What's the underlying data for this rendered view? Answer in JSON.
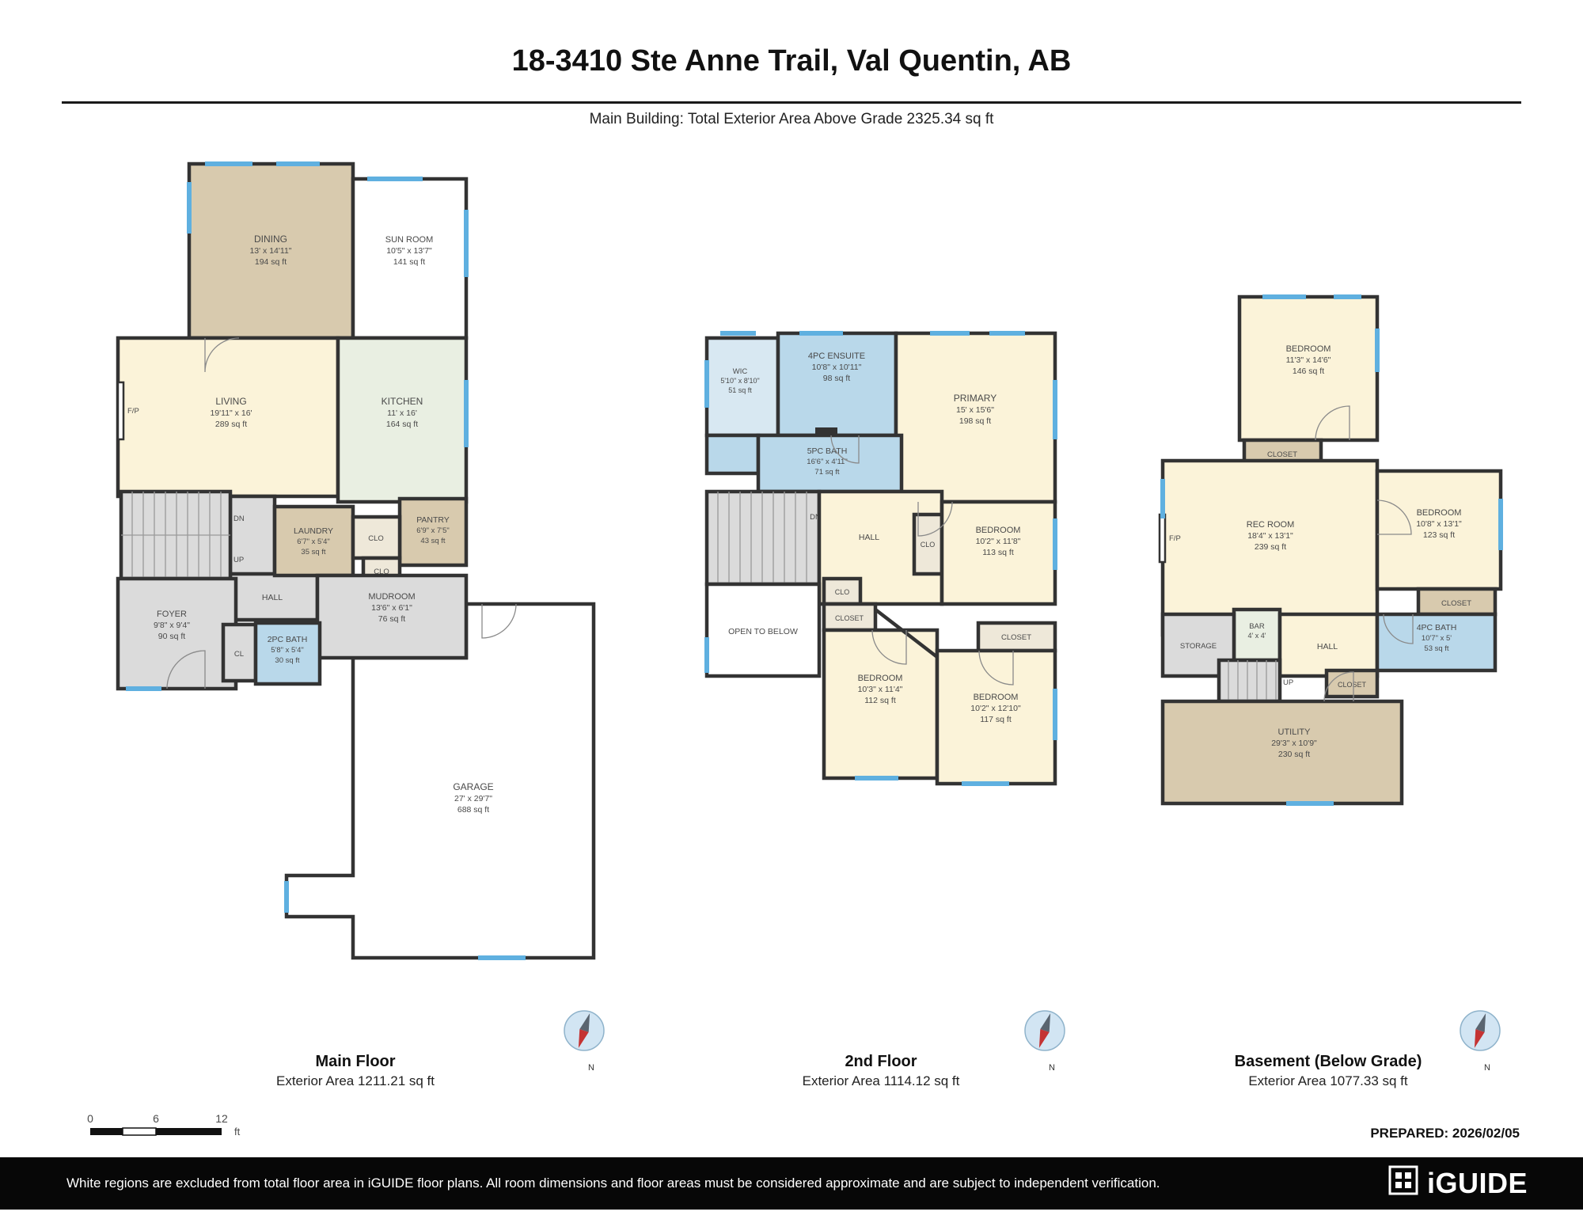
{
  "header": {
    "title": "18-3410 Ste Anne Trail, Val Quentin, AB",
    "subtitle": "Main Building: Total Exterior Area Above Grade 2325.34 sq ft"
  },
  "main_floor": {
    "label": "Main Floor",
    "area": "Exterior Area 1211.21 sq ft",
    "rooms": {
      "dining": {
        "name": "DINING",
        "dims": "13' x 14'11\"",
        "area": "194 sq ft"
      },
      "sunroom": {
        "name": "SUN ROOM",
        "dims": "10'5\" x 13'7\"",
        "area": "141 sq ft"
      },
      "living": {
        "name": "LIVING",
        "dims": "19'11\" x 16'",
        "area": "289 sq ft"
      },
      "kitchen": {
        "name": "KITCHEN",
        "dims": "11' x 16'",
        "area": "164 sq ft"
      },
      "laundry": {
        "name": "LAUNDRY",
        "dims": "6'7\" x 5'4\"",
        "area": "35 sq ft"
      },
      "pantry": {
        "name": "PANTRY",
        "dims": "6'9\" x 7'5\"",
        "area": "43 sq ft"
      },
      "mudroom": {
        "name": "MUDROOM",
        "dims": "13'6\" x 6'1\"",
        "area": "76 sq ft"
      },
      "foyer": {
        "name": "FOYER",
        "dims": "9'8\" x 9'4\"",
        "area": "90 sq ft"
      },
      "bath2pc": {
        "name": "2PC BATH",
        "dims": "5'8\" x 5'4\"",
        "area": "30 sq ft"
      },
      "garage": {
        "name": "GARAGE",
        "dims": "27' x 29'7\"",
        "area": "688 sq ft"
      }
    },
    "labels": {
      "hall": "HALL",
      "cl": "CL",
      "clo1": "CLO",
      "clo2": "CLO",
      "fp": "F/P",
      "dn": "DN",
      "up": "UP"
    }
  },
  "second_floor": {
    "label": "2nd Floor",
    "area": "Exterior Area 1114.12 sq ft",
    "rooms": {
      "wic": {
        "name": "WIC",
        "dims": "5'10\" x 8'10\"",
        "area": "51 sq ft"
      },
      "ensuite": {
        "name": "4PC ENSUITE",
        "dims": "10'8\" x 10'11\"",
        "area": "98 sq ft"
      },
      "primary": {
        "name": "PRIMARY",
        "dims": "15' x 15'6\"",
        "area": "198 sq ft"
      },
      "bath5pc": {
        "name": "5PC BATH",
        "dims": "16'6\" x 4'11\"",
        "area": "71 sq ft"
      },
      "bedroom2": {
        "name": "BEDROOM",
        "dims": "10'2\" x 11'8\"",
        "area": "113 sq ft"
      },
      "bedroom3": {
        "name": "BEDROOM",
        "dims": "10'3\" x 11'4\"",
        "area": "112 sq ft"
      },
      "bedroom4": {
        "name": "BEDROOM",
        "dims": "10'2\" x 12'10\"",
        "area": "117 sq ft"
      }
    },
    "labels": {
      "hall": "HALL",
      "dn": "DN",
      "open": "OPEN TO BELOW",
      "clo1": "CLO",
      "clo2": "CLO",
      "closet1": "CLOSET",
      "closet2": "CLOSET"
    }
  },
  "basement": {
    "label": "Basement (Below Grade)",
    "area": "Exterior Area 1077.33 sq ft",
    "rooms": {
      "bedroom5": {
        "name": "BEDROOM",
        "dims": "11'3\" x 14'6\"",
        "area": "146 sq ft"
      },
      "recroom": {
        "name": "REC ROOM",
        "dims": "18'4\" x 13'1\"",
        "area": "239 sq ft"
      },
      "bedroom6": {
        "name": "BEDROOM",
        "dims": "10'8\" x 13'1\"",
        "area": "123 sq ft"
      },
      "bath4pc": {
        "name": "4PC BATH",
        "dims": "10'7\" x 5'",
        "area": "53 sq ft"
      },
      "bar": {
        "name": "BAR",
        "dims": "4' x 4'"
      },
      "utility": {
        "name": "UTILITY",
        "dims": "29'3\" x 10'9\"",
        "area": "230 sq ft"
      }
    },
    "labels": {
      "hall": "HALL",
      "storage": "STORAGE",
      "up": "UP",
      "fp": "F/P",
      "closet1": "CLOSET",
      "closet2": "CLOSET",
      "closet3": "CLOSET"
    }
  },
  "compass": {
    "label": "N"
  },
  "scale_bar": {
    "t0": "0",
    "t6": "6",
    "t12": "12",
    "unit": "ft"
  },
  "prepared": "PREPARED: 2026/02/05",
  "footer": {
    "disclaimer": "White regions are excluded from total floor area in iGUIDE floor plans. All room dimensions and floor areas must be considered approximate and are subject to independent verification.",
    "brand": "iGUIDE"
  },
  "palette": {
    "wall": "#333333",
    "room_cream": "#fbf3d9",
    "room_tan": "#d8caae",
    "room_mint": "#e9efe2",
    "room_blue": "#b9d8ea",
    "room_gray": "#dbdbdb",
    "window_blue": "#5fb0e0",
    "footer_bg": "#070707"
  }
}
